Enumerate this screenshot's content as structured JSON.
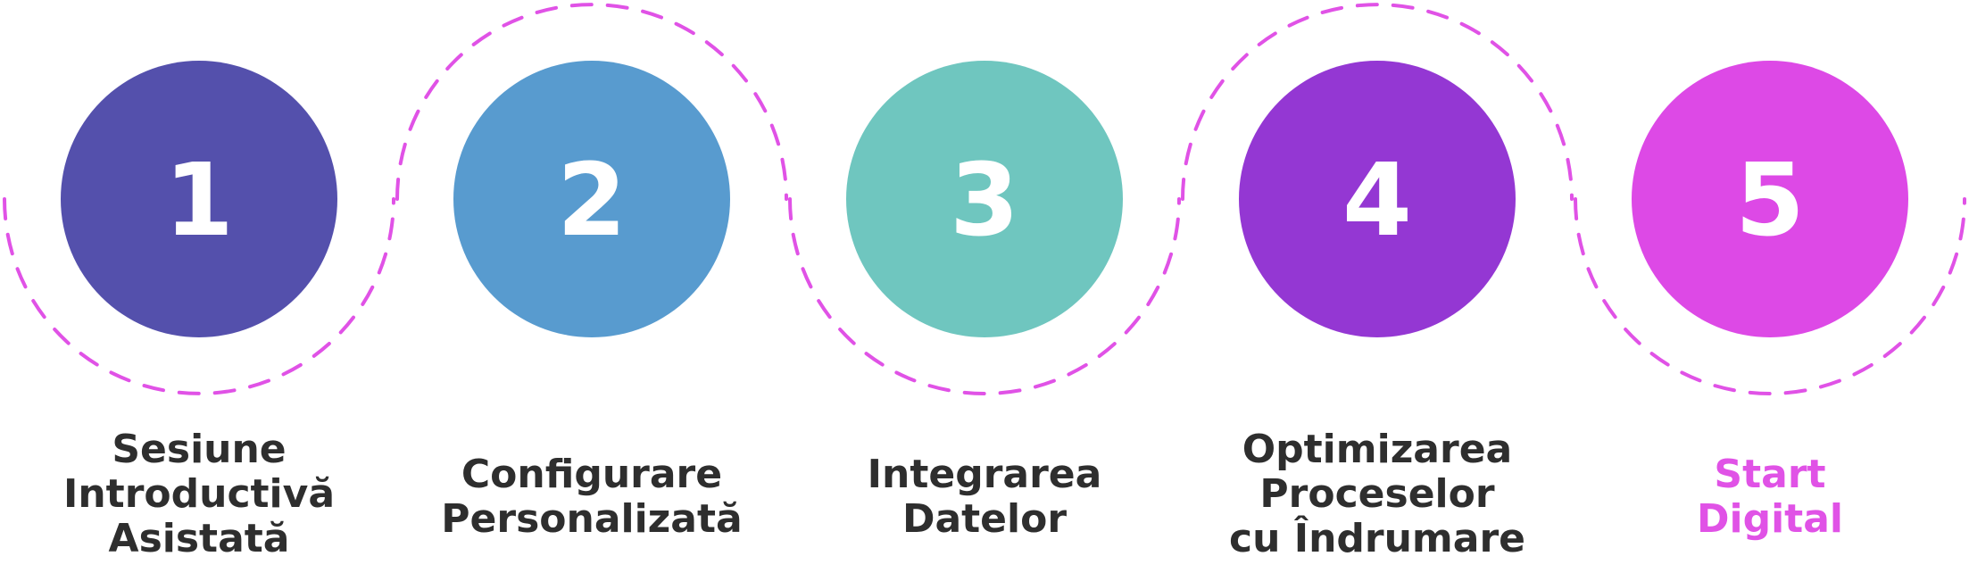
{
  "colors": {
    "dash": "#e052e6",
    "label_default": "#2e2e2e",
    "label_highlight": "#e052e6",
    "number": "#ffffff"
  },
  "steps": [
    {
      "number": "1",
      "color": "#5450ac",
      "label_lines": [
        "Sesiune",
        "Introductivă",
        "Asistată"
      ],
      "highlight": false
    },
    {
      "number": "2",
      "color": "#589bcf",
      "label_lines": [
        "Configurare",
        "Personalizată"
      ],
      "highlight": false
    },
    {
      "number": "3",
      "color": "#6fc6bf",
      "label_lines": [
        "Integrarea",
        "Datelor"
      ],
      "highlight": false
    },
    {
      "number": "4",
      "color": "#9437d3",
      "label_lines": [
        "Optimizarea",
        "Proceselor",
        "cu Îndrumare"
      ],
      "highlight": false
    },
    {
      "number": "5",
      "color": "#dd49e6",
      "label_lines": [
        "Start",
        "Digital"
      ],
      "highlight": true
    }
  ]
}
